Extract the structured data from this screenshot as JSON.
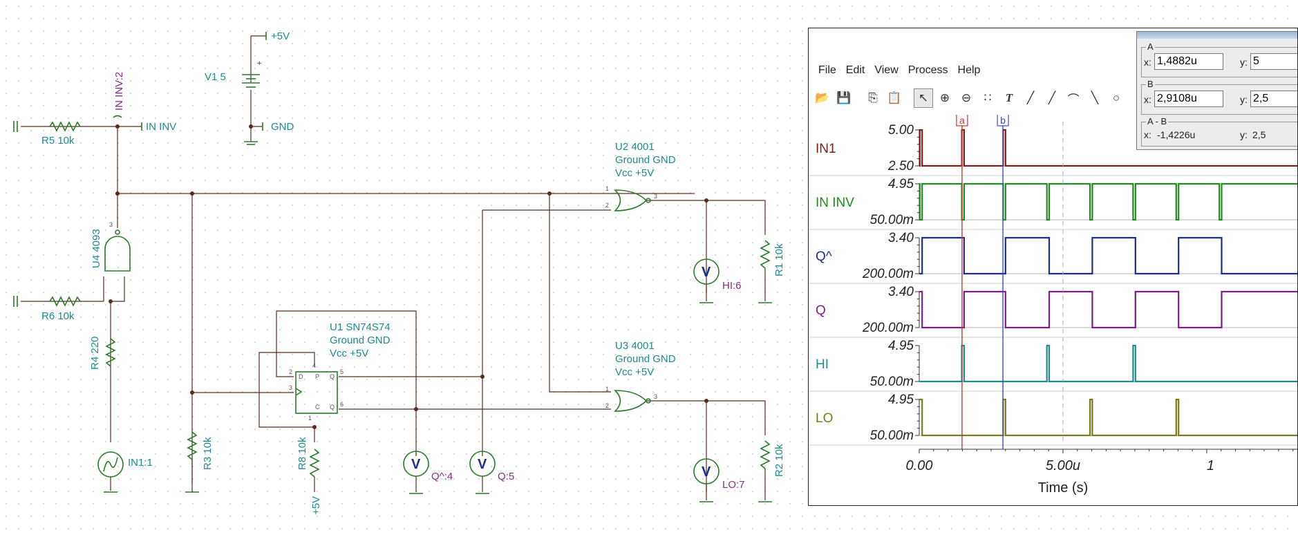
{
  "schematic": {
    "supply": {
      "name": "V1 5",
      "plus_sign": "+",
      "vcc_label": "+5V",
      "gnd_label": "GND"
    },
    "r5": "R5 10k",
    "r6": "R6 10k",
    "r4": "R4 220",
    "r3": "R3 10k",
    "r8": "R8 10k",
    "r1": "R1 10k",
    "r2": "R2 10k",
    "in_inv_node": "IN INV",
    "in_inv_probe": "IN INV:2",
    "u4": "U4 4093",
    "in1": "IN1:1",
    "u2": {
      "name": "U2 4001",
      "ground": "Ground GND",
      "vcc": "Vcc +5V"
    },
    "u3": {
      "name": "U3 4001",
      "ground": "Ground GND",
      "vcc": "Vcc +5V"
    },
    "u1": {
      "name": "U1 SN74S74",
      "ground": "Ground GND",
      "vcc": "Vcc +5V"
    },
    "meters": {
      "hi": "HI:6",
      "lo": "LO:7",
      "qn": "Q^:4",
      "q": "Q:5",
      "symbol": "V"
    },
    "r8_supply": "+5V",
    "pins": {
      "p1": "1",
      "p2": "2",
      "p3": "3",
      "p4": "4",
      "p5": "5",
      "p6": "6"
    },
    "ff_pins": {
      "d": "D",
      "pr": "P",
      "q": "Q",
      "clr": "C",
      "qn": "Q"
    }
  },
  "scope": {
    "menu": [
      "File",
      "Edit",
      "View",
      "Process",
      "Help"
    ],
    "toolbar_icons": [
      "open-icon",
      "save-icon",
      "copy-icon",
      "paste-icon",
      "pointer-icon",
      "zoom-in-icon",
      "zoom-out-icon",
      "grid-icon",
      "text-icon",
      "cursor-a-icon",
      "cursor-b-icon",
      "curve-icon",
      "line-icon",
      "ellipse-icon"
    ],
    "toolbar_glyphs": [
      "📂",
      "💾",
      "⎘",
      "📋",
      "↖",
      "⊕",
      "⊖",
      "∷",
      "T",
      "╱",
      "╱",
      "⌒",
      "╲",
      "○"
    ],
    "cursor_panel": {
      "a": {
        "title": "A",
        "x_label": "x:",
        "x_value": "1,4882u",
        "y_label": "y:",
        "y_value": "5"
      },
      "b": {
        "title": "B",
        "x_label": "x:",
        "x_value": "2,9108u",
        "y_label": "y:",
        "y_value": "2,5"
      },
      "ab": {
        "title": "A - B",
        "x_label": "x:",
        "x_value": "-1,4226u",
        "y_label": "y:",
        "y_value": "2,5"
      }
    },
    "cursor_markers": {
      "a": "a",
      "b": "b"
    },
    "colors": {
      "cursor_a": "#d03030",
      "cursor_b": "#3a4ad8"
    }
  },
  "chart_data": {
    "type": "line",
    "xlabel": "Time (s)",
    "x_ticks": [
      "0.00",
      "5.00u",
      "1"
    ],
    "xlim": [
      0,
      13.2
    ],
    "x_unit": "us",
    "series": [
      {
        "name": "IN1",
        "color": "#7a1e1e",
        "ytop": "5.00",
        "ybottom": "2.50",
        "points": [
          [
            0,
            0
          ],
          [
            0.02,
            0
          ],
          [
            0.02,
            1
          ],
          [
            0.1,
            1
          ],
          [
            0.1,
            0
          ],
          [
            1.48,
            0
          ],
          [
            1.48,
            1
          ],
          [
            1.56,
            1
          ],
          [
            1.56,
            0
          ],
          [
            2.92,
            0
          ],
          [
            2.92,
            1
          ],
          [
            3.0,
            1
          ],
          [
            3.0,
            0
          ],
          [
            13.2,
            0
          ]
        ]
      },
      {
        "name": "IN INV",
        "color": "#1f8a1f",
        "ytop": "4.95",
        "ybottom": "50.00m",
        "points": [
          [
            0,
            1
          ],
          [
            0.02,
            1
          ],
          [
            0.02,
            0
          ],
          [
            0.1,
            0
          ],
          [
            0.1,
            1
          ],
          [
            1.48,
            1
          ],
          [
            1.48,
            0
          ],
          [
            1.56,
            0
          ],
          [
            1.56,
            1
          ],
          [
            2.92,
            1
          ],
          [
            2.92,
            0
          ],
          [
            3.0,
            0
          ],
          [
            3.0,
            1
          ],
          [
            4.44,
            1
          ],
          [
            4.44,
            0
          ],
          [
            4.52,
            0
          ],
          [
            4.52,
            1
          ],
          [
            5.94,
            1
          ],
          [
            5.94,
            0
          ],
          [
            6.02,
            0
          ],
          [
            6.02,
            1
          ],
          [
            7.44,
            1
          ],
          [
            7.44,
            0
          ],
          [
            7.52,
            0
          ],
          [
            7.52,
            1
          ],
          [
            8.94,
            1
          ],
          [
            8.94,
            0
          ],
          [
            9.02,
            0
          ],
          [
            9.02,
            1
          ],
          [
            10.44,
            1
          ],
          [
            10.44,
            0
          ],
          [
            10.52,
            0
          ],
          [
            10.52,
            1
          ],
          [
            13.2,
            1
          ]
        ]
      },
      {
        "name": "Q^",
        "color": "#1c2d8a",
        "ytop": "3.40",
        "ybottom": "200.00m",
        "points": [
          [
            0,
            0
          ],
          [
            0.1,
            0
          ],
          [
            0.1,
            1
          ],
          [
            1.56,
            1
          ],
          [
            1.56,
            0
          ],
          [
            3.0,
            0
          ],
          [
            3.0,
            1
          ],
          [
            4.52,
            1
          ],
          [
            4.52,
            0
          ],
          [
            6.02,
            0
          ],
          [
            6.02,
            1
          ],
          [
            7.52,
            1
          ],
          [
            7.52,
            0
          ],
          [
            9.02,
            0
          ],
          [
            9.02,
            1
          ],
          [
            10.52,
            1
          ],
          [
            10.52,
            0
          ],
          [
            13.2,
            0
          ]
        ]
      },
      {
        "name": "Q",
        "color": "#7e1e8a",
        "ytop": "3.40",
        "ybottom": "200.00m",
        "points": [
          [
            0,
            1
          ],
          [
            0.1,
            1
          ],
          [
            0.1,
            0
          ],
          [
            1.56,
            0
          ],
          [
            1.56,
            1
          ],
          [
            3.0,
            1
          ],
          [
            3.0,
            0
          ],
          [
            4.52,
            0
          ],
          [
            4.52,
            1
          ],
          [
            6.02,
            1
          ],
          [
            6.02,
            0
          ],
          [
            7.52,
            0
          ],
          [
            7.52,
            1
          ],
          [
            9.02,
            1
          ],
          [
            9.02,
            0
          ],
          [
            10.52,
            0
          ],
          [
            10.52,
            1
          ],
          [
            13.2,
            1
          ]
        ]
      },
      {
        "name": "HI",
        "color": "#1f8a8a",
        "ytop": "4.95",
        "ybottom": "50.00m",
        "points": [
          [
            0,
            0
          ],
          [
            1.48,
            0
          ],
          [
            1.48,
            1
          ],
          [
            1.56,
            1
          ],
          [
            1.56,
            0
          ],
          [
            4.44,
            0
          ],
          [
            4.44,
            1
          ],
          [
            4.52,
            1
          ],
          [
            4.52,
            0
          ],
          [
            7.44,
            0
          ],
          [
            7.44,
            1
          ],
          [
            7.52,
            1
          ],
          [
            7.52,
            0
          ],
          [
            13.2,
            0
          ]
        ]
      },
      {
        "name": "LO",
        "color": "#7a7a1a",
        "ytop": "4.95",
        "ybottom": "50.00m",
        "points": [
          [
            0,
            1
          ],
          [
            0.1,
            1
          ],
          [
            0.1,
            0
          ],
          [
            2.92,
            0
          ],
          [
            2.92,
            1
          ],
          [
            3.0,
            1
          ],
          [
            3.0,
            0
          ],
          [
            5.94,
            0
          ],
          [
            5.94,
            1
          ],
          [
            6.02,
            1
          ],
          [
            6.02,
            0
          ],
          [
            8.94,
            0
          ],
          [
            8.94,
            1
          ],
          [
            9.02,
            1
          ],
          [
            9.02,
            0
          ],
          [
            13.2,
            0
          ]
        ]
      }
    ],
    "cursor_a_x": 1.4882,
    "cursor_b_x": 2.9108
  }
}
